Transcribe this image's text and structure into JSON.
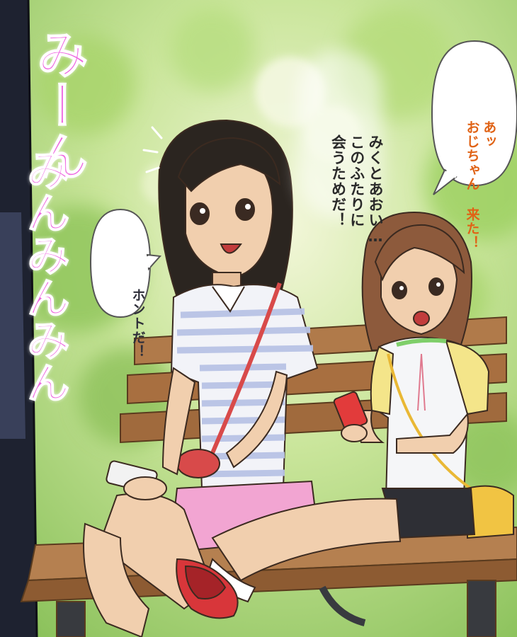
{
  "sound_effect": {
    "line1": "みーん",
    "line2": "みんみんみん",
    "color": "#ee68e0"
  },
  "bubbles": {
    "ao_exclaim": {
      "line1": "あッ",
      "line2": "おじちゃん 来た！",
      "color": "#e06316"
    },
    "hontoda": {
      "text": "ホントだ！",
      "color": "#2f2f3a"
    },
    "narration": {
      "line1": "みくとあおい…",
      "line2": "このふたりに",
      "line3": "会うためだ！",
      "color": "#2a2a2a"
    }
  },
  "scene": {
    "colors": {
      "foliage": "#9fce6a",
      "bench": "#a97446",
      "girl_left_shirt": "#b9c3e6",
      "girl_left_skirt": "#f2a5d2",
      "girl_right_shirt": "#f5f6f8",
      "girl_right_sleeve": "#f4e58a",
      "phone_red": "#e23b3b",
      "bag_yellow": "#f1c443"
    }
  }
}
